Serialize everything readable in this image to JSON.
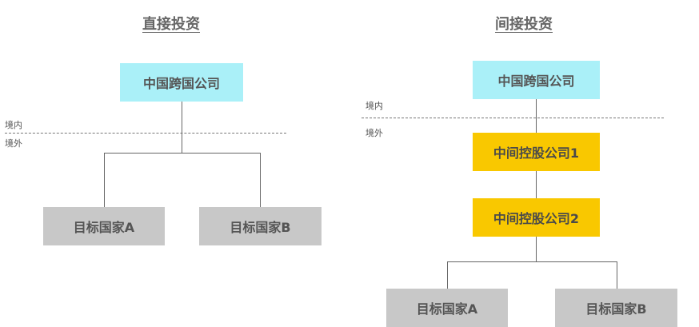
{
  "direct": {
    "title": "直接投资",
    "parent": "中国跨国公司",
    "domestic_label": "境内",
    "overseas_label": "境外",
    "target_a": "目标国家A",
    "target_b": "目标国家B"
  },
  "indirect": {
    "title": "间接投资",
    "parent": "中国跨国公司",
    "domestic_label": "境内",
    "overseas_label": "境外",
    "intermediate_1": "中间控股公司1",
    "intermediate_2": "中间控股公司2",
    "target_a": "目标国家A",
    "target_b": "目标国家B"
  },
  "colors": {
    "parent_fill": "#aaf0f8",
    "intermediate_fill": "#f9c800",
    "target_fill": "#c8c8c8",
    "connector": "#666666"
  }
}
